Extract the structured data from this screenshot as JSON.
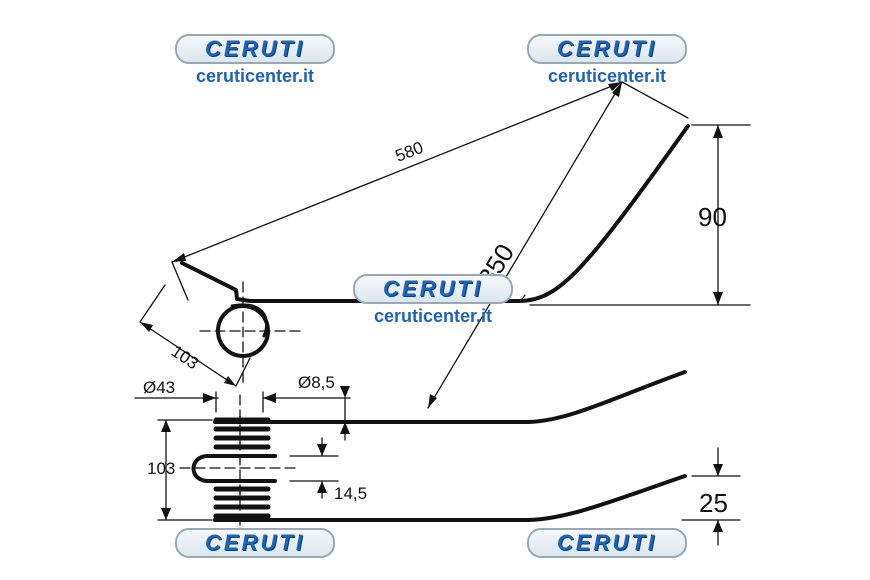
{
  "brand": {
    "logo_text": "CERUTI",
    "website": "ceruticenter.it"
  },
  "dimensions": {
    "length_top": "580",
    "length_diag": "350",
    "height_right": "90",
    "coil_offset": "103",
    "coil_diameter": "Ø43",
    "wire_diameter": "Ø8,5",
    "coil_width": "103",
    "hook_gap": "14,5",
    "tine_offset": "25"
  },
  "colors": {
    "ink": "#111111",
    "brand_blue": "#1d63b8"
  }
}
